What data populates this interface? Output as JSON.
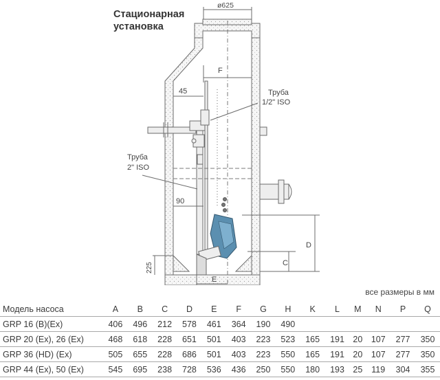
{
  "title_line1": "Стационарная",
  "title_line2": "установка",
  "diagram": {
    "diameter_label": "ø625",
    "dim_F": "F",
    "dim_45": "45",
    "pipe_small_line1": "Труба",
    "pipe_small_line2": "1/2\" ISO",
    "pipe_large_line1": "Труба",
    "pipe_large_line2": "2\" ISO",
    "dim_90": "90",
    "dim_D": "D",
    "dim_C": "C",
    "dim_225": "225",
    "dim_E": "E",
    "colors": {
      "line": "#6b6b6b",
      "pump": "#5b8fb0",
      "concrete": "#f4f4f4"
    }
  },
  "units_note": "все размеры в мм",
  "table": {
    "headers": [
      "Модель насоса",
      "A",
      "B",
      "C",
      "D",
      "E",
      "F",
      "G",
      "H",
      "K",
      "L",
      "M",
      "N",
      "P",
      "Q"
    ],
    "rows": [
      [
        "GRP 16 (B)(Ex)",
        "406",
        "496",
        "212",
        "578",
        "461",
        "364",
        "190",
        "490",
        "",
        "",
        "",
        "",
        "",
        ""
      ],
      [
        "GRP 20 (Ex), 26 (Ex)",
        "468",
        "618",
        "228",
        "651",
        "501",
        "403",
        "223",
        "523",
        "165",
        "191",
        "20",
        "107",
        "277",
        "350"
      ],
      [
        "GRP 36 (HD) (Ex)",
        "505",
        "655",
        "228",
        "686",
        "501",
        "403",
        "223",
        "550",
        "165",
        "191",
        "20",
        "107",
        "277",
        "350"
      ],
      [
        "GRP 44 (Ex), 50 (Ex)",
        "545",
        "695",
        "238",
        "728",
        "536",
        "436",
        "250",
        "550",
        "180",
        "193",
        "25",
        "119",
        "304",
        "355"
      ]
    ]
  }
}
